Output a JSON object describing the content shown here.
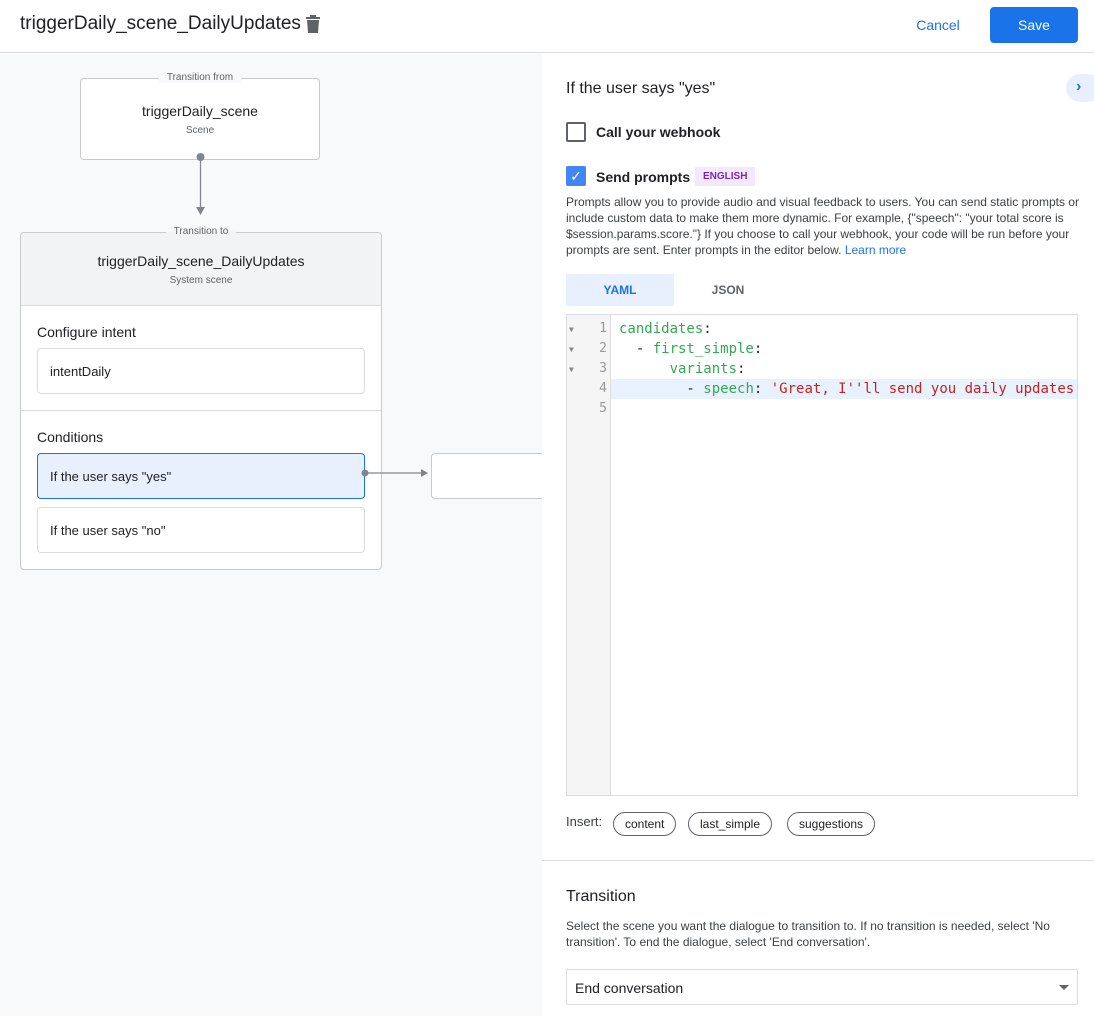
{
  "header": {
    "title": "triggerDaily_scene_DailyUpdates",
    "cancel_label": "Cancel",
    "save_label": "Save"
  },
  "flow": {
    "from": {
      "legend": "Transition from",
      "name": "triggerDaily_scene",
      "type": "Scene"
    },
    "to": {
      "legend": "Transition to",
      "name": "triggerDaily_scene_DailyUpdates",
      "type": "System scene",
      "intent_section": "Configure intent",
      "intent": "intentDaily",
      "conditions_section": "Conditions",
      "conditions": [
        "If the user says \"yes\"",
        "If the user says \"no\""
      ]
    }
  },
  "panel": {
    "heading": "If the user says \"yes\"",
    "webhook": {
      "label": "Call your webhook",
      "checked": false
    },
    "prompts": {
      "label": "Send prompts",
      "checked": true,
      "badge": "ENGLISH",
      "description": "Prompts allow you to provide audio and visual feedback to users. You can send static prompts or include custom data to make them more dynamic. For example, {\"speech\": \"your total score is $session.params.score.\"} If you choose to call your webhook, your code will be run before your prompts are sent. Enter prompts in the editor below. ",
      "learn_more": "Learn more"
    },
    "tabs": [
      "YAML",
      "JSON"
    ],
    "active_tab": "YAML",
    "editor": {
      "line_numbers": [
        "1",
        "2",
        "3",
        "4",
        "5"
      ],
      "lines": [
        {
          "indent": "",
          "dash": "",
          "key": "candidates",
          "value": ""
        },
        {
          "indent": "  ",
          "dash": "- ",
          "key": "first_simple",
          "value": ""
        },
        {
          "indent": "      ",
          "dash": "",
          "key": "variants",
          "value": ""
        },
        {
          "indent": "        ",
          "dash": "- ",
          "key": "speech",
          "value": " 'Great, I''ll send you daily updates."
        }
      ]
    },
    "insert_label": "Insert:",
    "insert_chips": [
      "content",
      "last_simple",
      "suggestions"
    ],
    "transition": {
      "heading": "Transition",
      "description": "Select the scene you want the dialogue to transition to. If no transition is needed, select 'No transition'. To end the dialogue, select 'End conversation'.",
      "selected": "End conversation"
    }
  },
  "colors": {
    "accent": "#1a73e8",
    "badge": "#7627bb",
    "yaml_key": "#34a853",
    "yaml_string": "#c5221f"
  }
}
